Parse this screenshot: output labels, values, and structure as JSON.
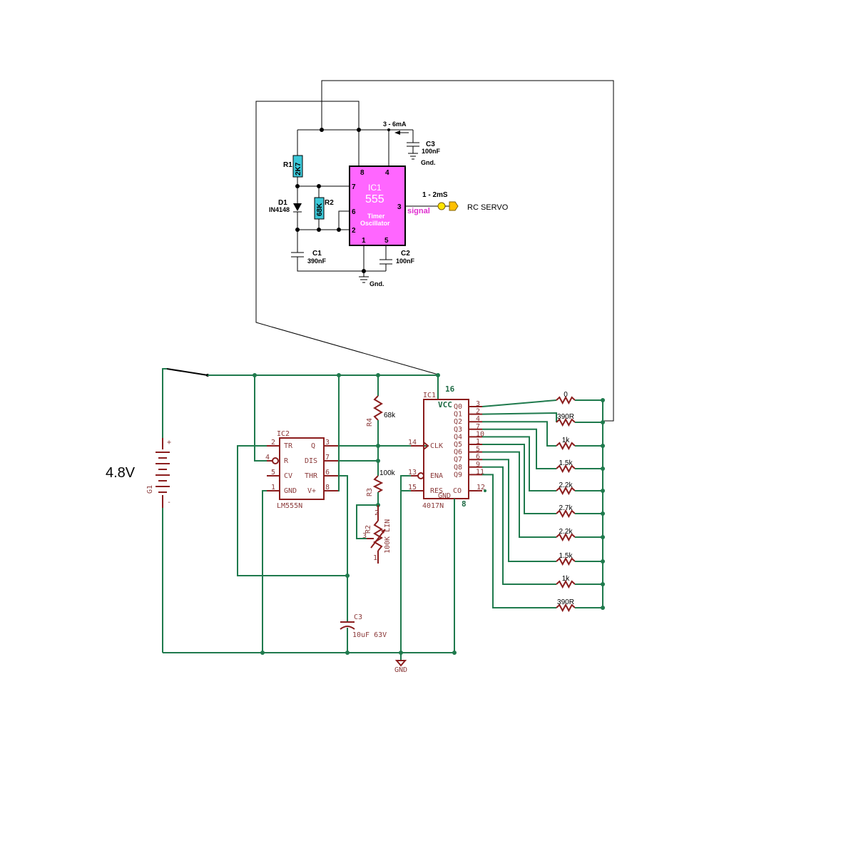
{
  "ic555": {
    "name": "IC1",
    "part": "555",
    "desc1": "Timer",
    "desc2": "Oscillator",
    "pins": {
      "p8": "8",
      "p4": "4",
      "p7": "7",
      "p6": "6",
      "p2": "2",
      "p1": "1",
      "p5": "5",
      "p3": "3"
    },
    "fill_color": "#ff66ff"
  },
  "top": {
    "r1_label": "R1",
    "r1_value": "2K7",
    "r2_label": "R2",
    "r2_value": "68K",
    "d1_label": "D1",
    "d1_part": "IN4148",
    "c1_label": "C1",
    "c1_value": "390nF",
    "c2_label": "C2",
    "c2_value": "100nF",
    "c3_label": "C3",
    "c3_value": "100nF",
    "gnd_top": "Gnd.",
    "gnd_bottom": "Gnd.",
    "current": "3 - 6mA",
    "pulse": "1 - 2mS",
    "signal": "signal",
    "servo": "RC SERVO",
    "resistor_color": "#3cc8d8"
  },
  "battery": {
    "voltage": "4.8V",
    "label": "G1",
    "plus": "+",
    "minus": "-"
  },
  "ic2": {
    "name": "IC2",
    "part": "LM555N",
    "pins_left": [
      "TR",
      "R",
      "CV",
      "GND"
    ],
    "pins_right": [
      "Q",
      "DIS",
      "THR",
      "V+"
    ],
    "nums_left": [
      "2",
      "4",
      "5",
      "1"
    ],
    "nums_right": [
      "3",
      "7",
      "6",
      "8"
    ]
  },
  "mid": {
    "r4_label": "R4",
    "r4_value": "68k",
    "r3_label": "R3",
    "r3_value": "100k",
    "r2_label": "R2",
    "r2_value": "100K LIN",
    "pot_pin2": "2",
    "pot_pin3": "3",
    "pot_pin1": "1",
    "c3_label": "C3",
    "c3_value": "10uF 63V",
    "gnd": "GND"
  },
  "ic4017": {
    "name": "IC1",
    "part": "4017N",
    "vcc": "VCC",
    "gnd": "GND",
    "pin16": "16",
    "pin8": "8",
    "clk": "CLK",
    "ena": "ENA",
    "res": "RES",
    "co": "CO",
    "clk_pin": "14",
    "ena_pin": "13",
    "res_pin": "15",
    "co_pin": "12",
    "outputs": [
      "Q0",
      "Q1",
      "Q2",
      "Q3",
      "Q4",
      "Q5",
      "Q6",
      "Q7",
      "Q8",
      "Q9"
    ],
    "output_pins": [
      "3",
      "2",
      "4",
      "7",
      "10",
      "1",
      "5",
      "6",
      "9",
      "11"
    ]
  },
  "ladder": {
    "values": [
      "0",
      "390R",
      "1k",
      "1.5k",
      "2.2k",
      "2.7k",
      "2.2k",
      "1.5k",
      "1k",
      "390R"
    ]
  },
  "colors": {
    "green_wire": "#1f7a4d",
    "brown_part": "#8b1d1d"
  }
}
